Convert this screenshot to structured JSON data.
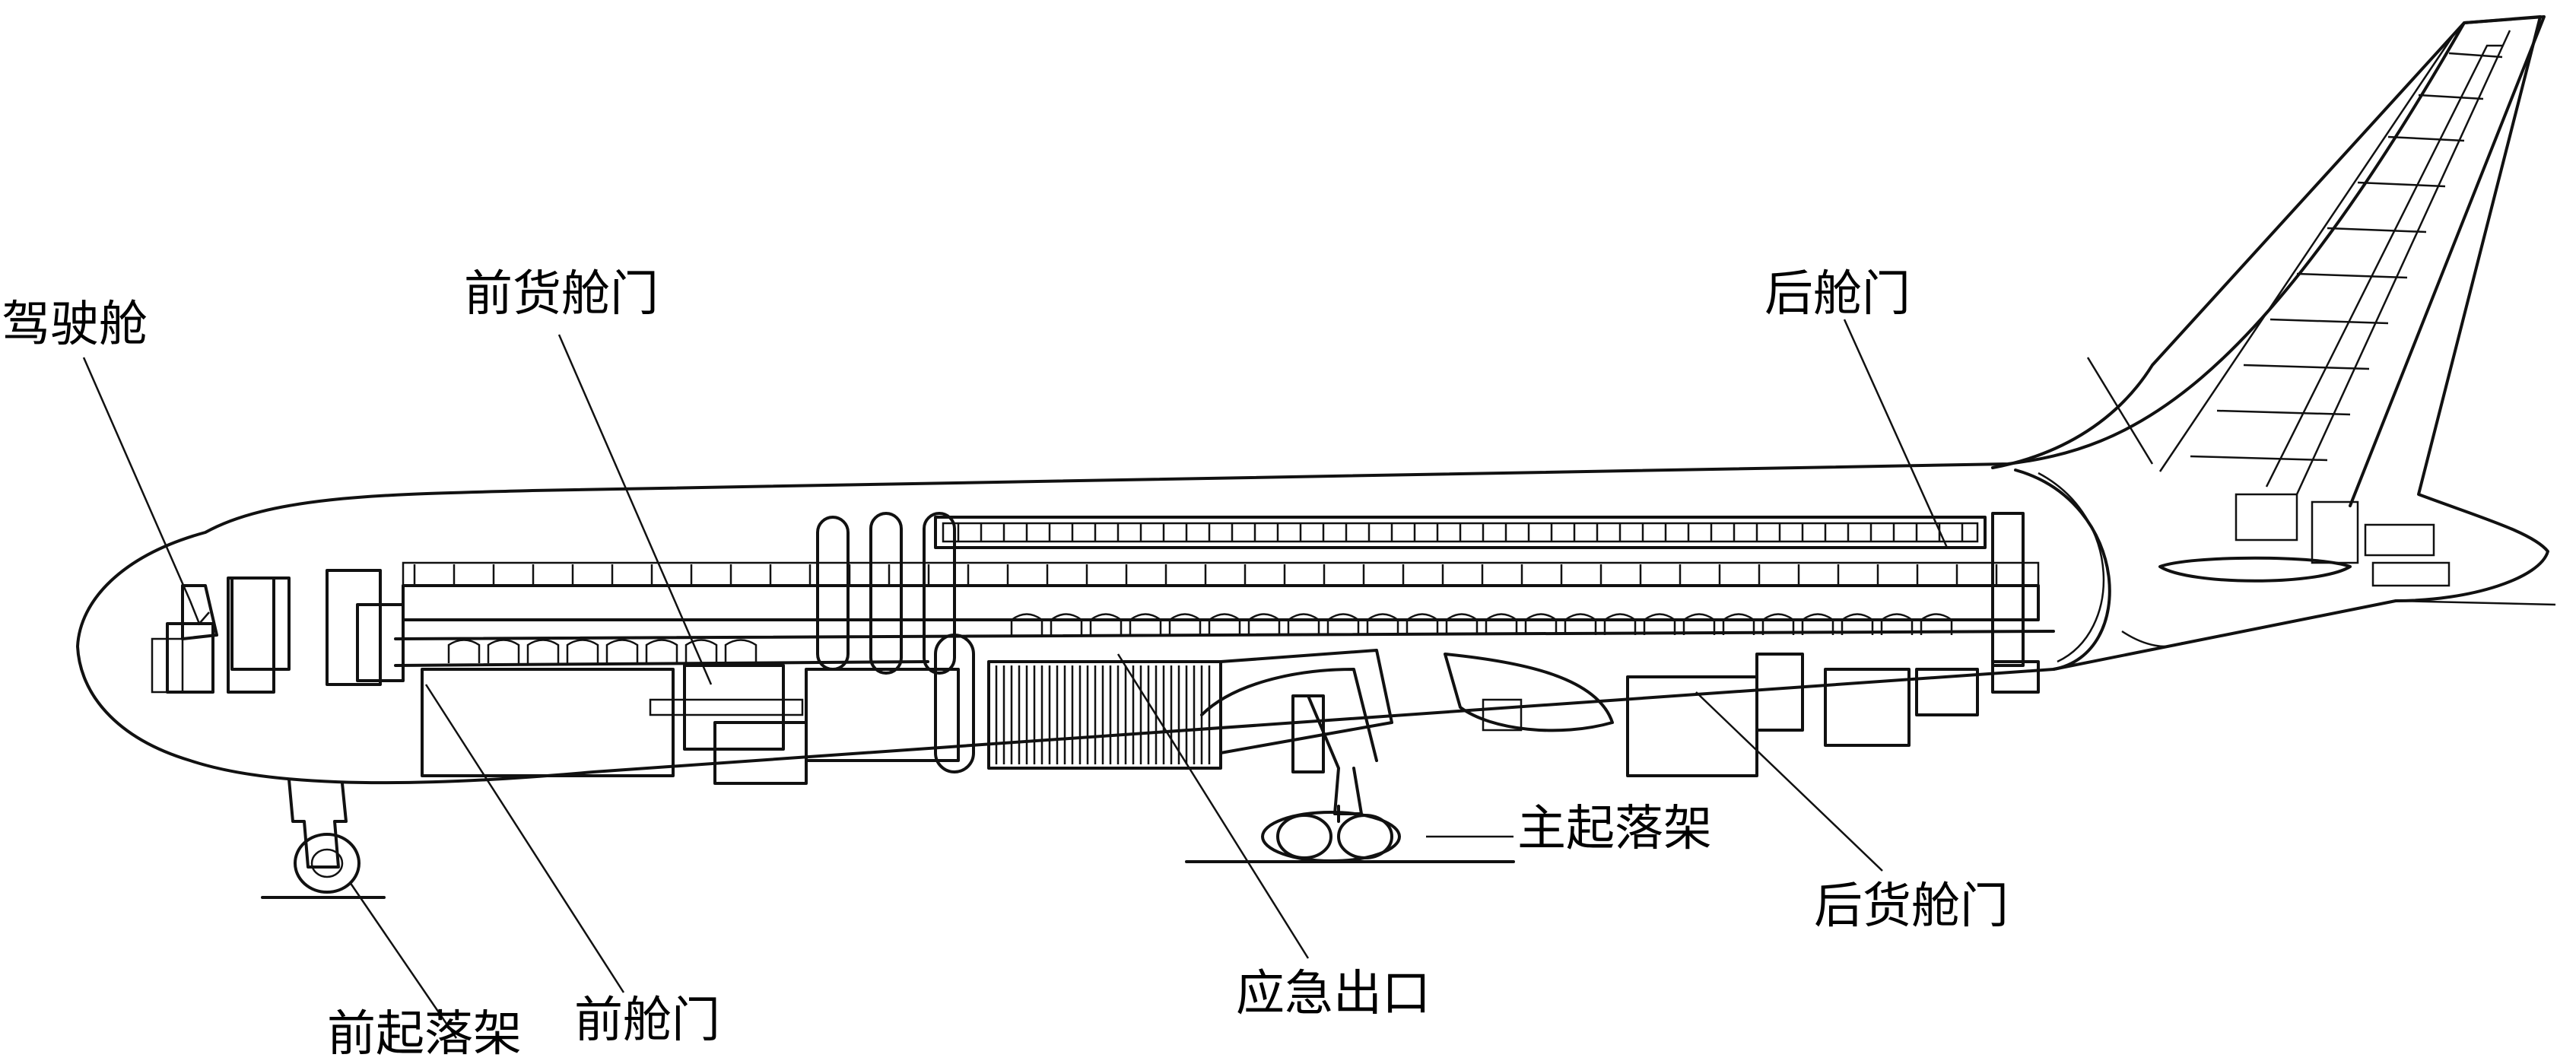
{
  "figure": {
    "labels": {
      "cockpit": "驾驶舱",
      "fwd_cargo_door": "前货舱门",
      "aft_door": "后舱门",
      "main_gear": "主起落架",
      "aft_cargo_door": "后货舱门",
      "emergency_exit": "应急出口",
      "fwd_door": "前舱门",
      "nose_gear": "前起落架"
    }
  }
}
